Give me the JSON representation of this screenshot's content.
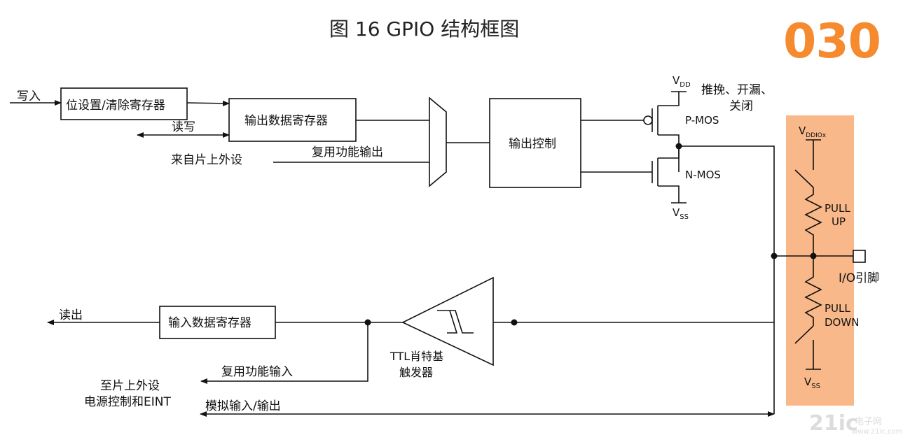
{
  "title": "图 16 GPIO 结构框图",
  "badge": "030",
  "watermark": {
    "main": "21ic",
    "sub": "电子网",
    "url": "www.21ic.com"
  },
  "colors": {
    "accent": "#f58a2e",
    "pad_fill": "#f9b889"
  },
  "labels": {
    "write_in": "写入",
    "bit_set_clear_reg": "位设置/清除寄存器",
    "read_write": "读写",
    "output_data_reg": "输出数据寄存器",
    "from_onchip_periph": "来自片上外设",
    "alt_func_output": "复用功能输出",
    "output_control": "输出控制",
    "vdd": "V",
    "vdd_sub": "DD",
    "mode_note_1": "推挽、开漏、",
    "mode_note_2": "关闭",
    "pmos": "P-MOS",
    "nmos": "N-MOS",
    "vss": "V",
    "vss_sub": "SS",
    "vddio": "V",
    "vddio_sub": "DDIOx",
    "pull_up_1": "PULL",
    "pull_up_2": "UP",
    "pull_down_1": "PULL",
    "pull_down_2": "DOWN",
    "io_pin": "I/O引脚",
    "read_out": "读出",
    "input_data_reg": "输入数据寄存器",
    "schmitt_1": "TTL肖特基",
    "schmitt_2": "触发器",
    "alt_func_input": "复用功能输入",
    "to_onchip_1": "至片上外设",
    "to_onchip_2": "电源控制和EINT",
    "analog_io": "模拟输入/输出",
    "vss2": "V",
    "vss2_sub": "SS"
  }
}
